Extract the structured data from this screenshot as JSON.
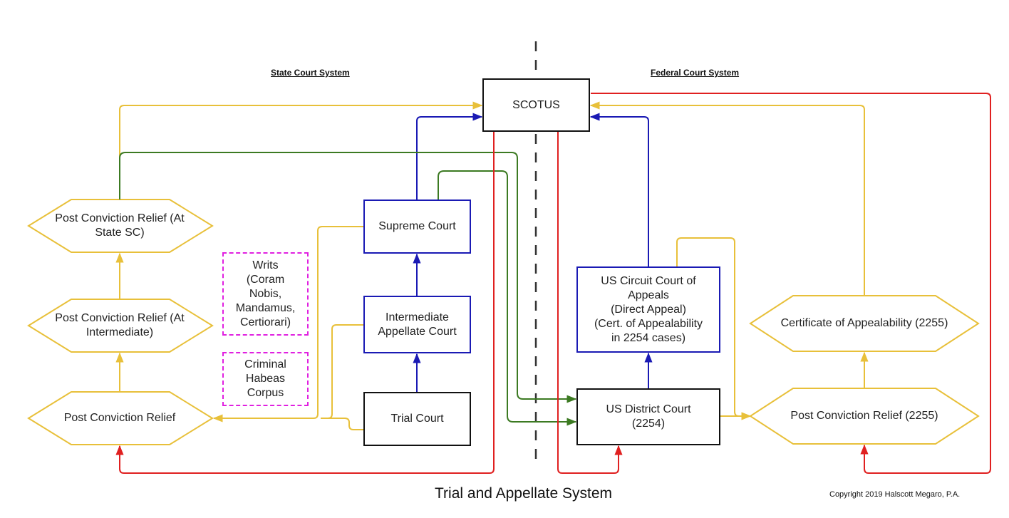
{
  "labels": {
    "state_system": "State Court System",
    "federal_system": "Federal Court System",
    "title": "Trial and Appellate System",
    "copyright": "Copyright 2019 Halscott Megaro, P.A."
  },
  "nodes": {
    "scotus": "SCOTUS",
    "supreme_court": "Supreme Court",
    "intermediate_appellate": "Intermediate\nAppellate Court",
    "trial_court": "Trial Court",
    "writs": "Writs\n(Coram\nNobis,\nMandamus,\nCertiorari)",
    "habeas": "Criminal\nHabeas\nCorpus",
    "pcr_state_sc": "Post Conviction Relief (At\nState SC)",
    "pcr_intermediate": "Post Conviction Relief (At\nIntermediate)",
    "pcr": "Post Conviction Relief",
    "circuit_court": "US Circuit Court of\nAppeals\n(Direct Appeal)\n(Cert. of Appealability\nin 2254 cases)",
    "district_court": "US District Court\n(2254)",
    "coa_2255": "Certificate of Appealability (2255)",
    "pcr_2255": "Post Conviction Relief (2255)"
  },
  "colors": {
    "yellow": "#e8c03a",
    "blue": "#1a1ab4",
    "green": "#3c7a22",
    "red": "#e02020",
    "pink": "#e020e0",
    "black": "#111111"
  }
}
